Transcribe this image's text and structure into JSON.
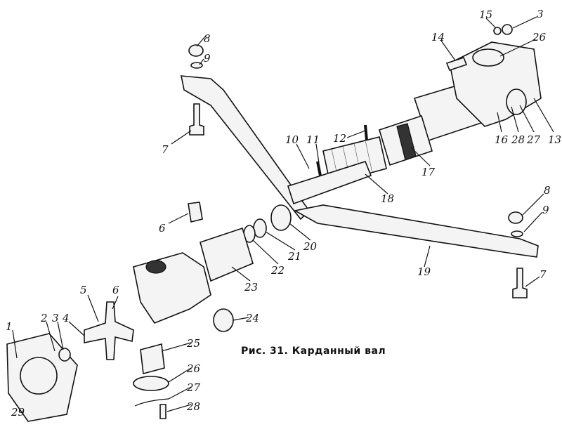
{
  "caption": "Рис. 31. Карданный вал",
  "labels": {
    "l8a": "8",
    "l9a": "9",
    "l7a": "7",
    "l6a": "6",
    "l5": "5",
    "l6b": "6",
    "l4": "4",
    "l3a": "3",
    "l2": "2",
    "l1": "1",
    "l29": "29",
    "l10": "10",
    "l11": "11",
    "l12": "12",
    "l17": "17",
    "l18": "18",
    "l20": "20",
    "l21": "21",
    "l22": "22",
    "l23": "23",
    "l24": "24",
    "l25": "25",
    "l26a": "26",
    "l27a": "27",
    "l28a": "28",
    "l19": "19",
    "l8b": "8",
    "l9b": "9",
    "l7b": "7",
    "l14": "14",
    "l15": "15",
    "l3b": "3",
    "l26b": "26",
    "l16": "16",
    "l28b": "28",
    "l27b": "27",
    "l13": "13"
  }
}
